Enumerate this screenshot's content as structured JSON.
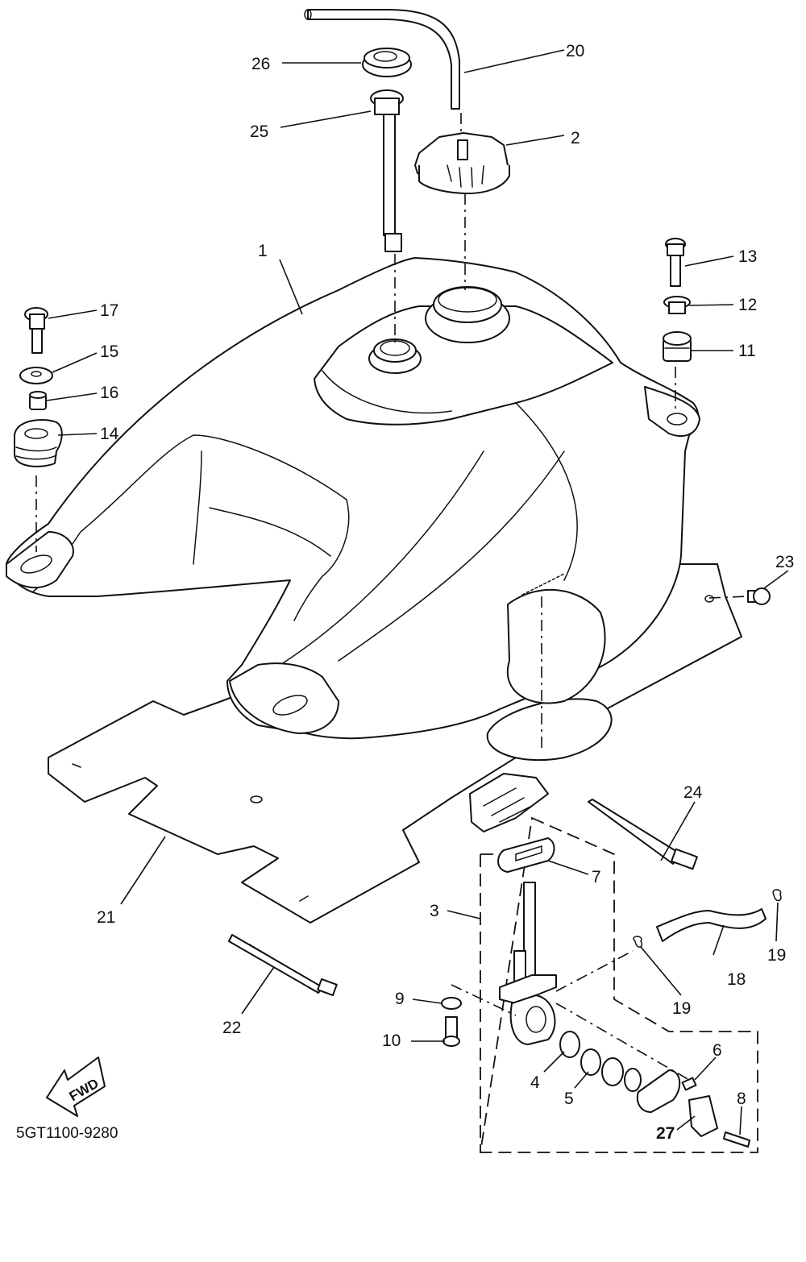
{
  "diagram_code": "5GT1100-9280",
  "fwd_label": "FWD",
  "labels": {
    "p1": "1",
    "p2": "2",
    "p3": "3",
    "p4": "4",
    "p5": "5",
    "p6": "6",
    "p7": "7",
    "p8": "8",
    "p9": "9",
    "p10": "10",
    "p11": "11",
    "p12": "12",
    "p13": "13",
    "p14": "14",
    "p15": "15",
    "p16": "16",
    "p17": "17",
    "p18": "18",
    "p19a": "19",
    "p19b": "19",
    "p20": "20",
    "p21": "21",
    "p22": "22",
    "p23": "23",
    "p24": "24",
    "p25": "25",
    "p26": "26",
    "p27": "27"
  }
}
